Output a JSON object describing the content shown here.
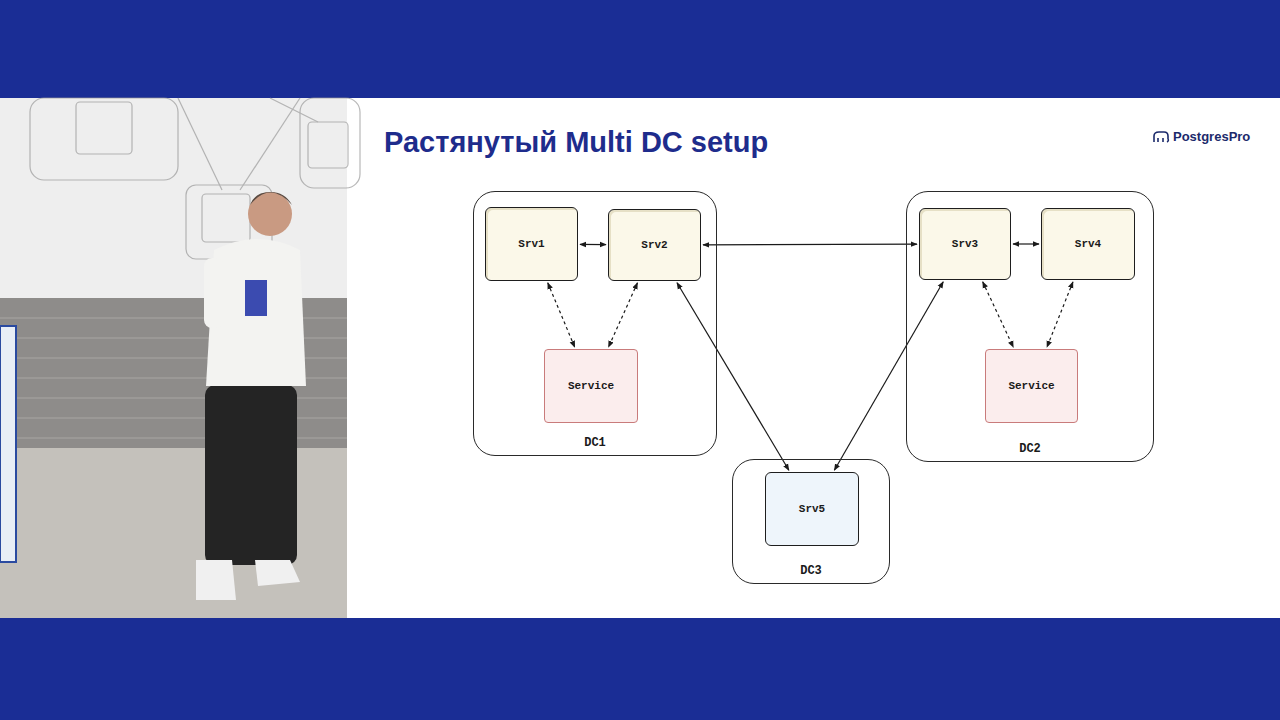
{
  "diagram": {
    "title": "Растянутый Multi DC setup",
    "nodes": [
      {
        "text": [
          "DC1"
        ]
      },
      {
        "text": [
          "Srv1"
        ],
        "in": 0
      },
      {
        "text": [
          "Srv2"
        ],
        "in": 0
      },
      {
        "text": [
          "Service"
        ],
        "in": 0
      },
      {
        "text": [
          "DC2"
        ]
      },
      {
        "text": [
          "Srv3"
        ],
        "in": 4
      },
      {
        "text": [
          "Srv4"
        ],
        "in": 4
      },
      {
        "text": [
          "Service"
        ],
        "in": 4
      },
      {
        "text": [
          "DC3"
        ]
      },
      {
        "text": [
          "Srv5"
        ],
        "in": 8
      }
    ],
    "edges": [
      {
        "from": 1,
        "to": 2,
        "arrow": "both"
      },
      {
        "from": 2,
        "to": 5,
        "arrow": "both"
      },
      {
        "from": 5,
        "to": 6,
        "arrow": "both"
      },
      {
        "from": 2,
        "to": 9,
        "arrow": "both"
      },
      {
        "from": 5,
        "to": 9,
        "arrow": "both"
      },
      {
        "from": 1,
        "to": 3,
        "arrow": "both"
      },
      {
        "from": 2,
        "to": 3,
        "arrow": "both"
      },
      {
        "from": 5,
        "to": 7,
        "arrow": "both"
      },
      {
        "from": 6,
        "to": 7,
        "arrow": "both"
      }
    ],
    "labels": [
      "PostgresPro"
    ]
  }
}
